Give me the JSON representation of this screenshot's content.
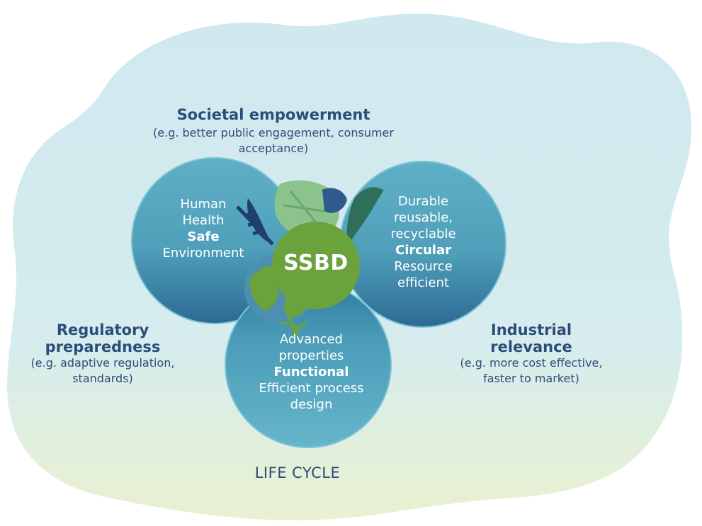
{
  "societal": {
    "title": "Societal empowerment",
    "subtitle": "(e.g. better public engagement, consumer acceptance)"
  },
  "regulatory": {
    "title_line1": "Regulatory",
    "title_line2": "preparedness",
    "sub_line1": "(e.g. adaptive regulation,",
    "sub_line2": "standards)"
  },
  "industrial": {
    "title_line1": "Industrial",
    "title_line2": "relevance",
    "sub_line1": "(e.g. more cost effective,",
    "sub_line2": "faster to market)"
  },
  "safe_circle": {
    "line1": "Human",
    "line2": "Health",
    "keyword": "Safe",
    "line3": "Environment"
  },
  "circular_circle": {
    "line1": "Durable",
    "line2": "reusable,",
    "line3": "recyclable",
    "keyword": "Circular",
    "line4": "Resource",
    "line5": "efficient"
  },
  "functional_circle": {
    "line1": "Advanced",
    "line2": "properties",
    "keyword": "Functional",
    "line3": "Efficient process",
    "line4": "design"
  },
  "center": {
    "label": "SSBD"
  },
  "footer": {
    "label": "LIFE CYCLE"
  },
  "colors": {
    "background_top": "#cbe8ee",
    "background_bottom": "#e6f0d2",
    "circle_fill": "#5aa9c0",
    "circle_dark": "#2f6f95",
    "center_fill": "#6aa23c",
    "text_dark": "#2b4d78"
  }
}
